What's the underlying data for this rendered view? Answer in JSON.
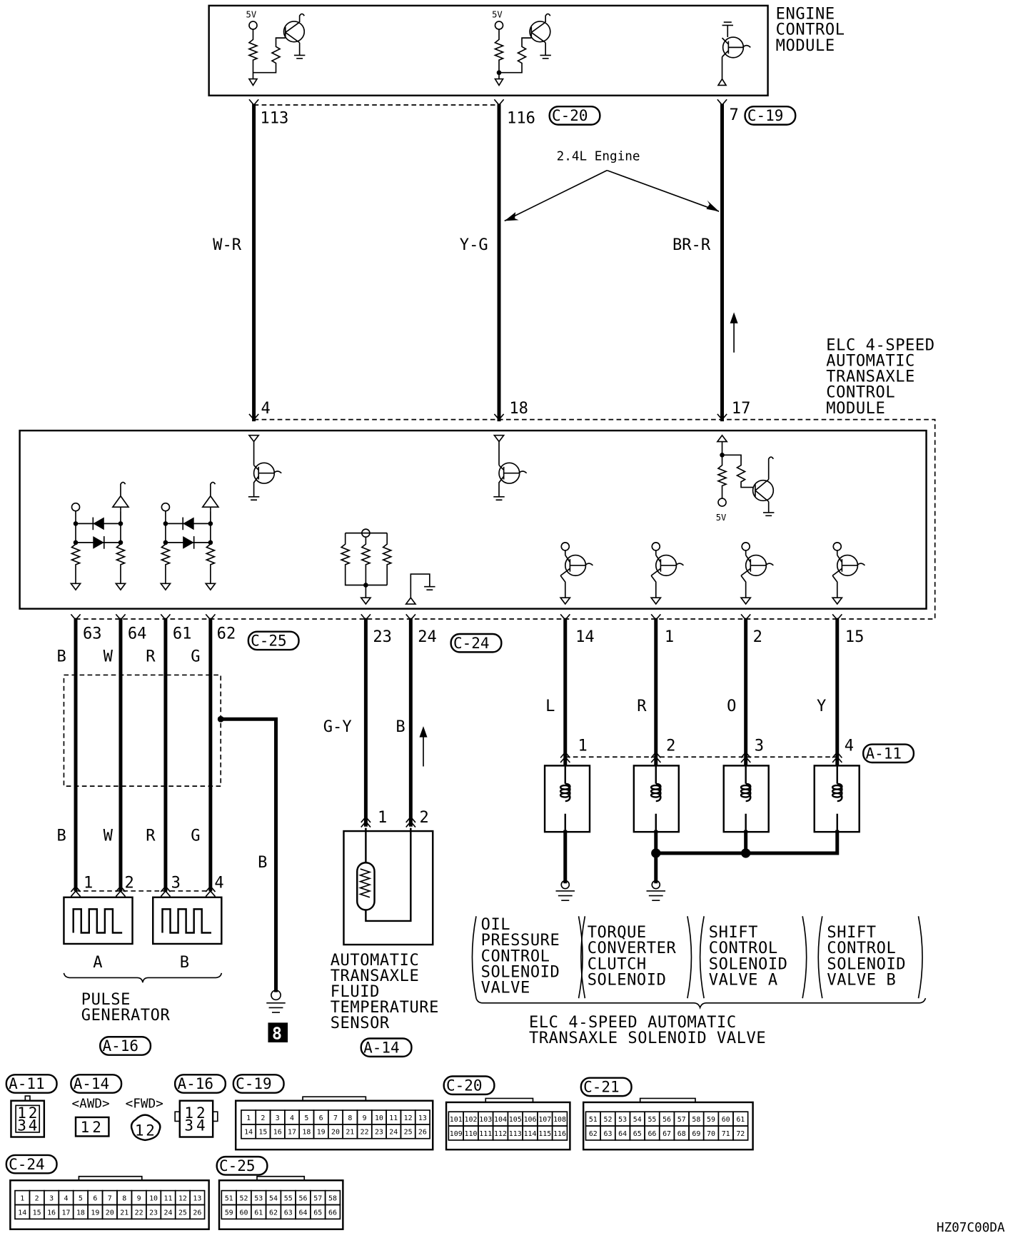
{
  "ecm": {
    "title": [
      "ENGINE",
      "CONTROL",
      "MODULE"
    ],
    "supply": "5V"
  },
  "tcm": {
    "title": [
      "ELC 4-SPEED",
      "AUTOMATIC",
      "TRANSAXLE",
      "CONTROL",
      "MODULE"
    ],
    "supply": "5V"
  },
  "note_engine": "2.4L Engine",
  "ecm_pins": {
    "p113": "113",
    "p116": "116",
    "p7": "7"
  },
  "tcm_top_pins": {
    "p4": "4",
    "p18": "18",
    "p17": "17"
  },
  "tcm_bottom_pins": {
    "p63": "63",
    "p64": "64",
    "p61": "61",
    "p62": "62",
    "p23": "23",
    "p24": "24",
    "p14": "14",
    "p1": "1",
    "p2": "2",
    "p15": "15"
  },
  "upper_wires": {
    "w1": "W-R",
    "w2": "Y-G",
    "w3": "BR-R"
  },
  "pulse_wires_top": [
    "B",
    "W",
    "R",
    "G"
  ],
  "pulse_wires_bottom": [
    "B",
    "W",
    "R",
    "G"
  ],
  "shield_wire": "B",
  "sensor_wires": [
    "G-Y",
    "B"
  ],
  "solenoid_wires": [
    "L",
    "R",
    "O",
    "Y"
  ],
  "pg_pins": [
    "1",
    "2",
    "3",
    "4"
  ],
  "sensor_pins": [
    "1",
    "2"
  ],
  "sol_pins": [
    "1",
    "2",
    "3",
    "4"
  ],
  "connectors": {
    "c20": "C-20",
    "c19": "C-19",
    "c25": "C-25",
    "c24": "C-24",
    "a11": "A-11",
    "a14": "A-14",
    "a16": "A-16"
  },
  "pulse_generator": {
    "a": "A",
    "b": "B",
    "name": [
      "PULSE",
      "GENERATOR"
    ]
  },
  "ground_point": "8",
  "sensor_name": [
    "AUTOMATIC",
    "TRANSAXLE",
    "FLUID",
    "TEMPERATURE",
    "SENSOR"
  ],
  "solenoids": [
    [
      "OIL",
      "PRESSURE",
      "CONTROL",
      "SOLENOID",
      "VALVE"
    ],
    [
      "TORQUE",
      "CONVERTER",
      "CLUTCH",
      "SOLENOID"
    ],
    [
      "SHIFT",
      "CONTROL",
      "SOLENOID",
      "VALVE A"
    ],
    [
      "SHIFT",
      "CONTROL",
      "SOLENOID",
      "VALVE B"
    ]
  ],
  "solenoid_group": [
    "ELC 4-SPEED AUTOMATIC",
    "TRANSAXLE SOLENOID VALVE"
  ],
  "legend": {
    "a11": {
      "label": "A-11",
      "pins": [
        "1",
        "2",
        "3",
        "4"
      ]
    },
    "a14": {
      "label": "A-14",
      "awd": "<AWD>",
      "fwd": "<FWD>",
      "pins": [
        "1",
        "2"
      ]
    },
    "a16": {
      "label": "A-16",
      "pins": [
        "1",
        "2",
        "3",
        "4"
      ]
    },
    "c19": {
      "label": "C-19",
      "rows": [
        [
          "1",
          "2",
          "3",
          "4",
          "5",
          "6",
          "7",
          "8",
          "9",
          "10",
          "11",
          "12",
          "13"
        ],
        [
          "14",
          "15",
          "16",
          "17",
          "18",
          "19",
          "20",
          "21",
          "22",
          "23",
          "24",
          "25",
          "26"
        ]
      ]
    },
    "c20": {
      "label": "C-20",
      "rows": [
        [
          "101",
          "102",
          "103",
          "104",
          "105",
          "106",
          "107",
          "108"
        ],
        [
          "109",
          "110",
          "111",
          "112",
          "113",
          "114",
          "115",
          "116"
        ]
      ]
    },
    "c21": {
      "label": "C-21",
      "rows": [
        [
          "51",
          "52",
          "53",
          "54",
          "55",
          "56",
          "57",
          "58",
          "59",
          "60",
          "61"
        ],
        [
          "62",
          "63",
          "64",
          "65",
          "66",
          "67",
          "68",
          "69",
          "70",
          "71",
          "72"
        ]
      ]
    },
    "c24": {
      "label": "C-24",
      "rows": [
        [
          "1",
          "2",
          "3",
          "4",
          "5",
          "6",
          "7",
          "8",
          "9",
          "10",
          "11",
          "12",
          "13"
        ],
        [
          "14",
          "15",
          "16",
          "17",
          "18",
          "19",
          "20",
          "21",
          "22",
          "23",
          "24",
          "25",
          "26"
        ]
      ]
    },
    "c25": {
      "label": "C-25",
      "rows": [
        [
          "51",
          "52",
          "53",
          "54",
          "55",
          "56",
          "57",
          "58"
        ],
        [
          "59",
          "60",
          "61",
          "62",
          "63",
          "64",
          "65",
          "66"
        ]
      ]
    }
  },
  "figure_id": "HZ07C00DA"
}
